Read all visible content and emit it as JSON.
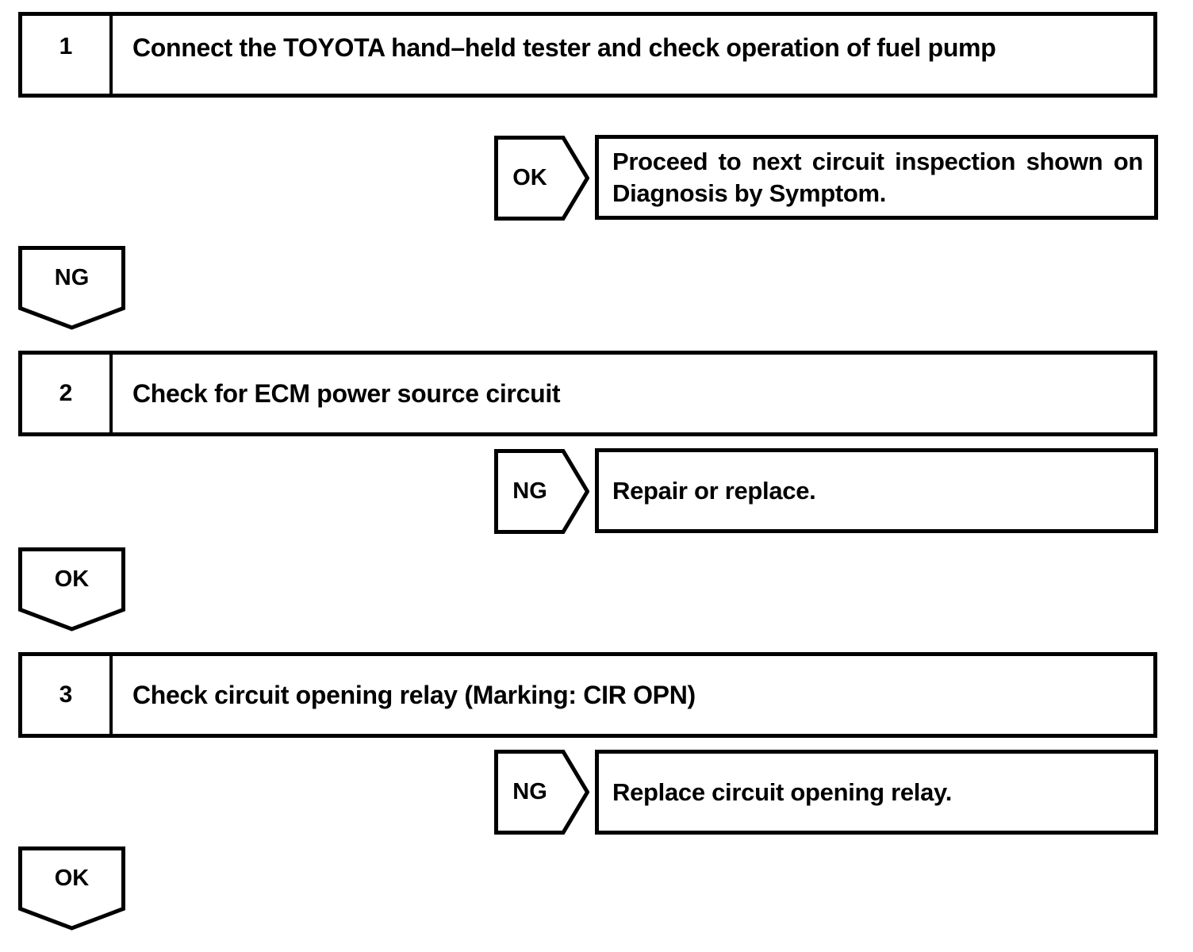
{
  "flowchart": {
    "colors": {
      "ink": "#000000",
      "paper": "#ffffff"
    },
    "steps": [
      {
        "number": "1",
        "title": "Connect the TOYOTA hand–held tester and check operation of fuel pump",
        "branch_label": "OK",
        "branch_result_line1": "Proceed to next circuit inspection shown on",
        "branch_result_line2": "Diagnosis by Symptom.",
        "continue_label": "NG"
      },
      {
        "number": "2",
        "title": "Check for ECM power source circuit",
        "branch_label": "NG",
        "branch_result_line1": "Repair or replace.",
        "continue_label": "OK"
      },
      {
        "number": "3",
        "title": "Check circuit opening relay (Marking: CIR OPN)",
        "branch_label": "NG",
        "branch_result_line1": "Replace circuit opening relay.",
        "continue_label": "OK"
      }
    ]
  }
}
